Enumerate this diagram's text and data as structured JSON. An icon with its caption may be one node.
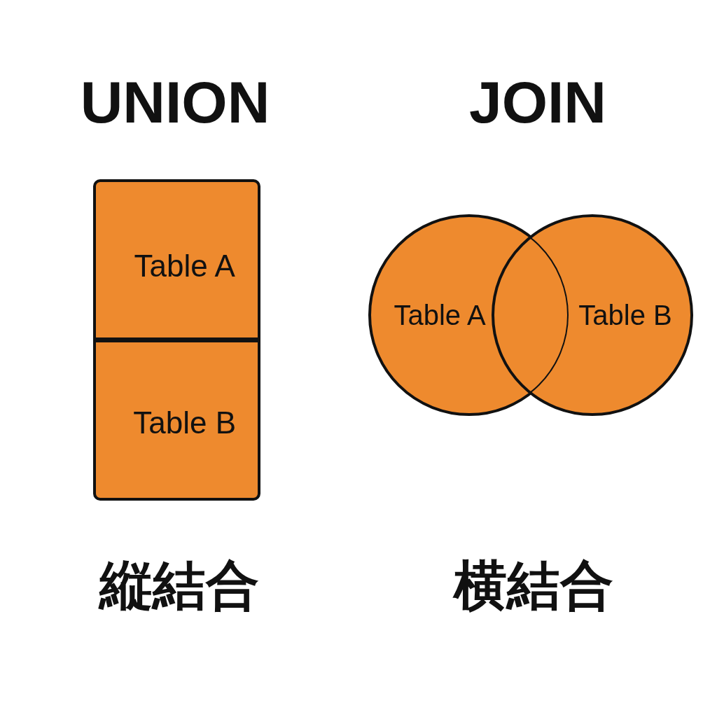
{
  "diagram": {
    "nodes": [
      {
        "text": [
          "Table A"
        ]
      },
      {
        "text": [
          "Table B"
        ]
      },
      {
        "text": [
          "Table A"
        ]
      },
      {
        "text": [
          "Table B"
        ]
      }
    ],
    "edges": [],
    "labels": [
      "UNION",
      "JOIN",
      "縦結合",
      "横結合"
    ]
  }
}
